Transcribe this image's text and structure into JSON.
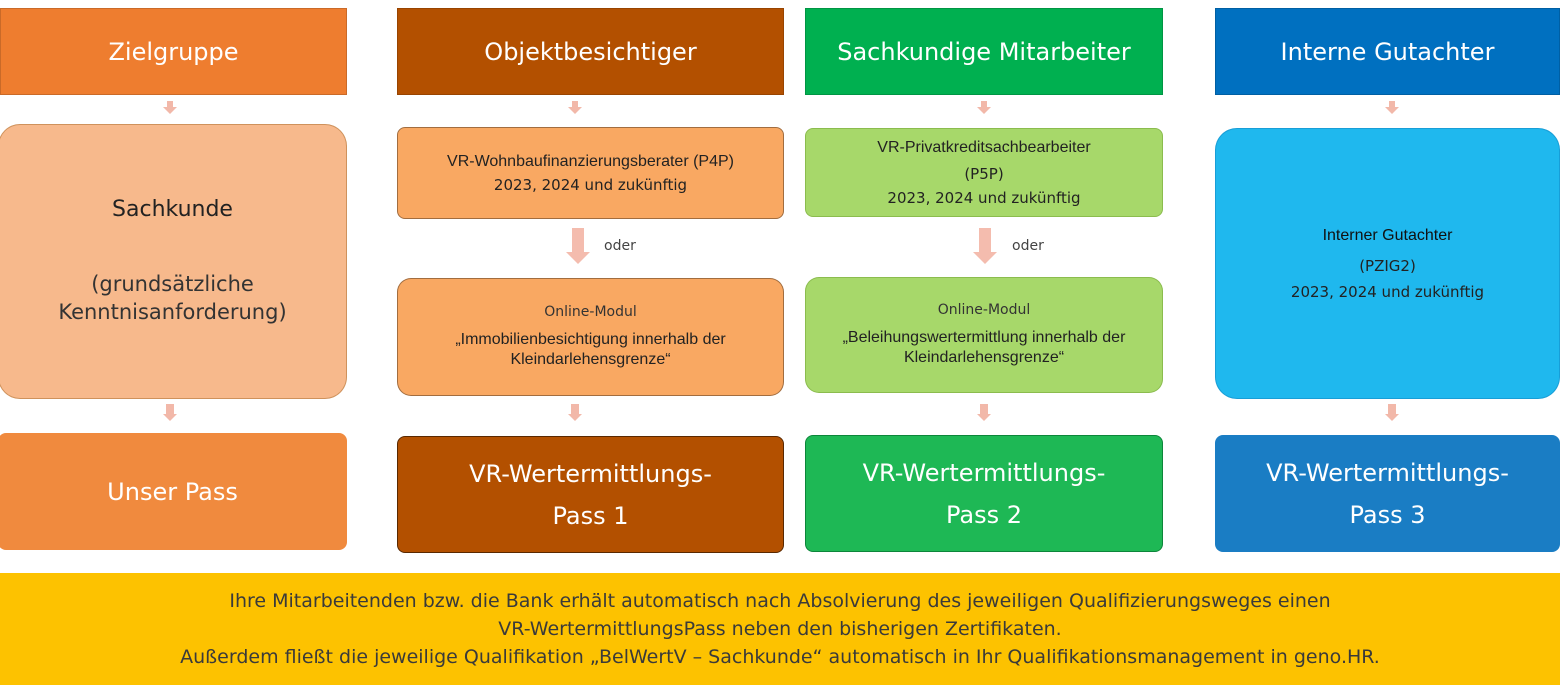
{
  "headers": [
    {
      "label": "Zielgruppe",
      "color": "#ee7d2f"
    },
    {
      "label": "Objektbesichtiger",
      "color": "#b35000"
    },
    {
      "label": "Sachkundige Mitarbeiter",
      "color": "#00b050"
    },
    {
      "label": "Interne Gutachter",
      "color": "#0070c0"
    }
  ],
  "column1": {
    "main_title": "Sachkunde",
    "main_sub": "(grundsätzliche Kenntnisanforderung)",
    "pass": "Unser Pass"
  },
  "column2": {
    "box1_title": "VR-Wohnbaufinanzierungsberater (P4P)",
    "box1_years": "2023, 2024 und zukünftig",
    "or": "oder",
    "box2_label": "Online-Modul",
    "box2_title": "„Immobilienbesichtigung innerhalb der Kleindarlehensgrenze“",
    "pass_line1": "VR-Wertermittlungs-",
    "pass_line2": "Pass 1"
  },
  "column3": {
    "box1_title": "VR-Privatkreditsachbearbeiter",
    "box1_code": "(P5P)",
    "box1_years": "2023, 2024 und zukünftig",
    "or": "oder",
    "box2_label": "Online-Modul",
    "box2_title": "„Beleihungswertermittlung innerhalb der Kleindarlehensgrenze“",
    "pass_line1": "VR-Wertermittlungs-",
    "pass_line2": "Pass 2"
  },
  "column4": {
    "main_title": "Interner Gutachter",
    "main_code": "(PZIG2)",
    "main_years": "2023, 2024 und zukünftig",
    "pass_line1": "VR-Wertermittlungs-",
    "pass_line2": "Pass 3"
  },
  "footer": {
    "line1": "Ihre Mitarbeitenden bzw. die Bank erhält automatisch nach Absolvierung des jeweiligen Qualifizierungsweges einen",
    "line2": "VR-WertermittlungsPass neben den bisherigen Zertifikaten.",
    "line3": "Außerdem fließt die jeweilige Qualifikation „BelWertV – Sachkunde“ automatisch in Ihr Qualifikationsmanagement in geno.HR."
  }
}
